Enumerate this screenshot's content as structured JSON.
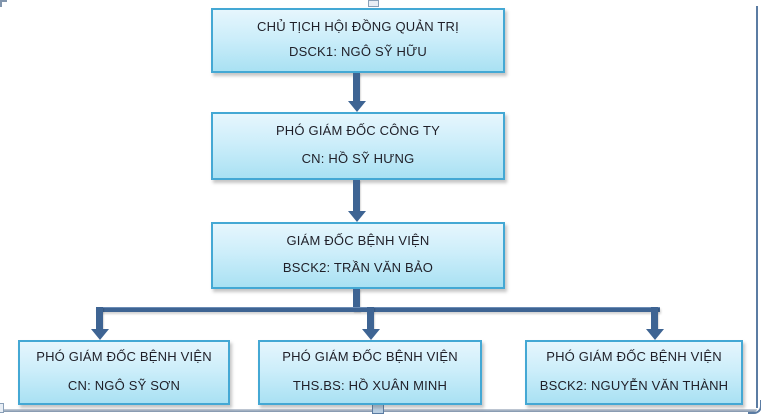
{
  "diagram": {
    "type": "org-chart",
    "title": "Hospital management organizational chart",
    "nodes": [
      {
        "id": "board-chairman",
        "title": "CHỦ TỊCH HỘI ĐỒNG QUẢN TRỊ",
        "name": "DSCK1: NGÔ SỸ HỮU"
      },
      {
        "id": "company-deputy-director",
        "title": "PHÓ GIÁM ĐỐC CÔNG TY",
        "name": "CN:  HỒ SỸ HƯNG"
      },
      {
        "id": "hospital-director",
        "title": "GIÁM ĐỐC BỆNH VIỆN",
        "name": "BSCK2: TRẦN VĂN BẢO"
      },
      {
        "id": "hospital-deputy-1",
        "title": "PHÓ GIÁM ĐỐC BỆNH VIỆN",
        "name": "CN: NGÔ SỸ SƠN"
      },
      {
        "id": "hospital-deputy-2",
        "title": "PHÓ GIÁM ĐỐC BỆNH VIỆN",
        "name": "THS.BS: HỒ XUÂN MINH"
      },
      {
        "id": "hospital-deputy-3",
        "title": "PHÓ GIÁM ĐỐC BỆNH VIỆN",
        "name": "BSCK2: NGUYỄN VĂN THÀNH"
      }
    ],
    "connections": [
      {
        "from": "board-chairman",
        "to": "company-deputy-director"
      },
      {
        "from": "company-deputy-director",
        "to": "hospital-director"
      },
      {
        "from": "hospital-director",
        "to": "hospital-deputy-1"
      },
      {
        "from": "hospital-director",
        "to": "hospital-deputy-2"
      },
      {
        "from": "hospital-director",
        "to": "hospital-deputy-3"
      }
    ]
  },
  "colors": {
    "box_fill_top": "#e6f6fd",
    "box_fill_bottom": "#a9e1f3",
    "box_border": "#44a8d4",
    "connector": "#3e6493",
    "text": "#1f1f28",
    "frame": "#5b7ca3",
    "background": "#ffffff"
  }
}
